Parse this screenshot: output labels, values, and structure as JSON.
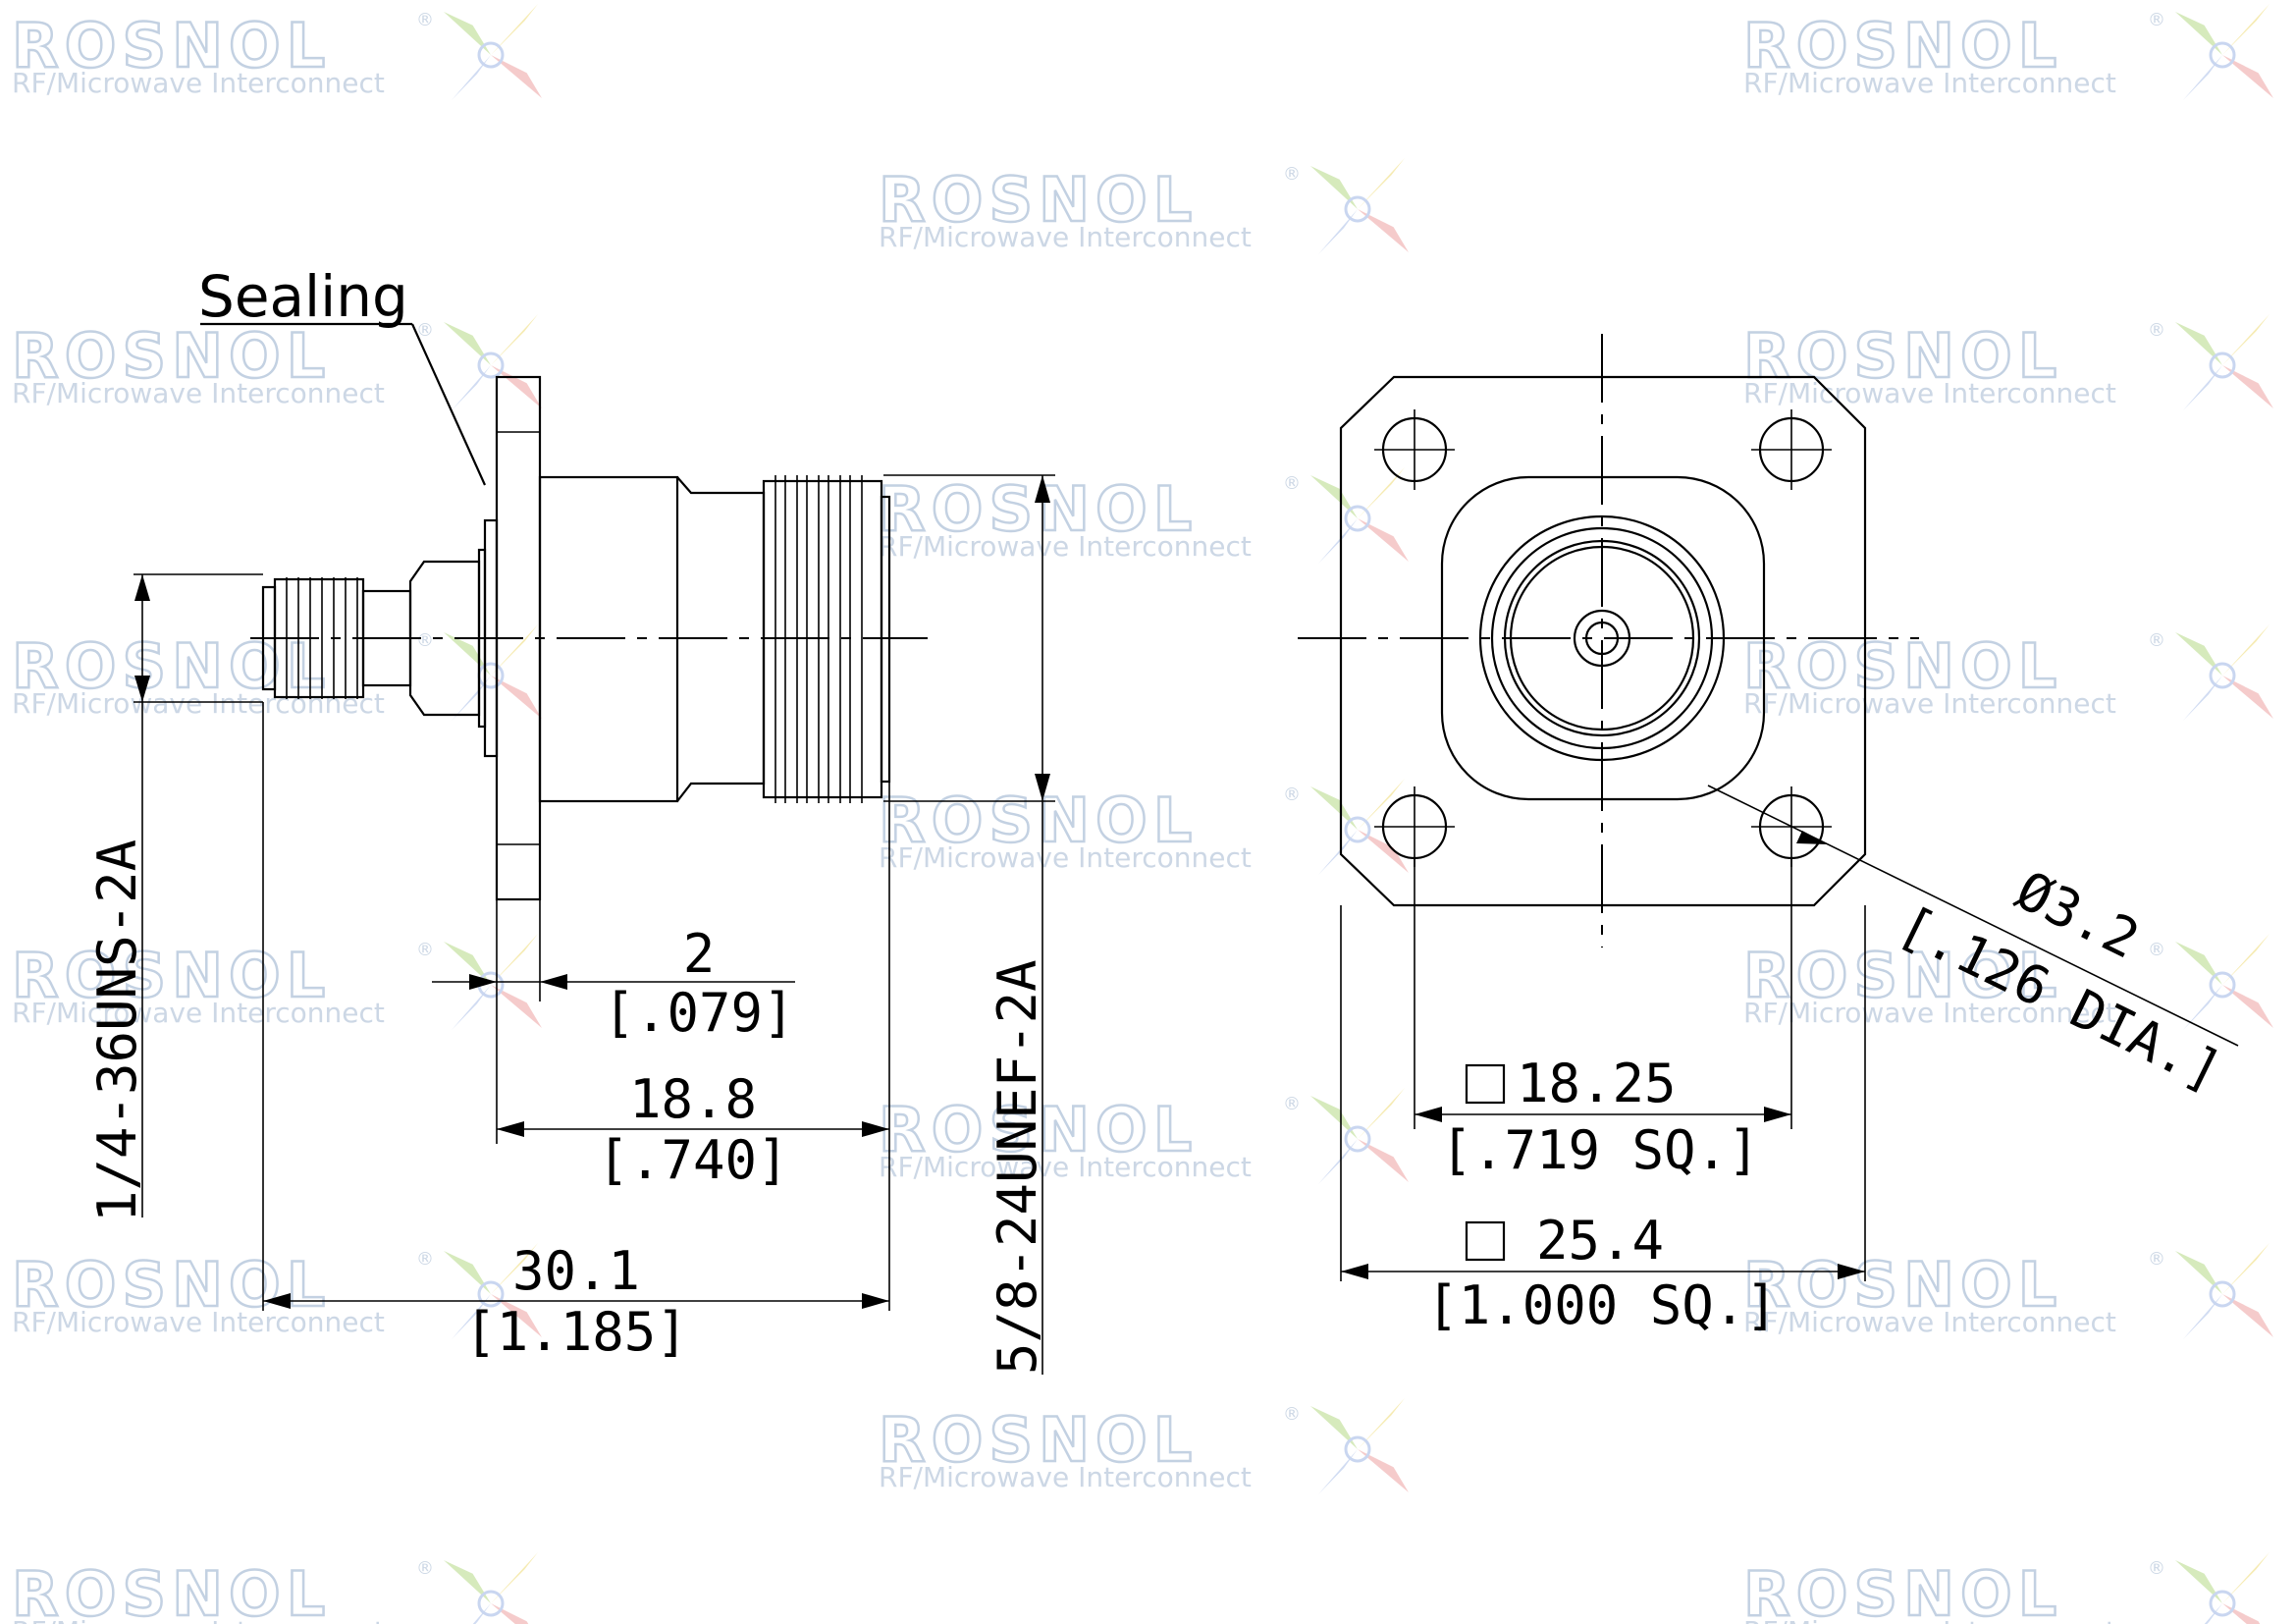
{
  "watermark": {
    "brand": "ROSNOL",
    "tagline": "RF/Microwave Interconnect",
    "mark_symbol": "®",
    "colors": {
      "outline": "#c3d1e2",
      "tagline": "#ccd7e5",
      "star_green": "#cfe6b0",
      "star_red": "#f3c2c2",
      "star_blue": "#c9d6f0",
      "star_yellow": "#f4e7a6"
    }
  },
  "side_view": {
    "sealing_label": "Sealing",
    "thread_left": "1/4-36UNS-2A",
    "thread_right": "5/8-24UNEF-2A",
    "dim_flange_mm": "2",
    "dim_flange_in": "[.079]",
    "dim_body_mm": "18.8",
    "dim_body_in": "[.740]",
    "dim_total_mm": "30.1",
    "dim_total_in": "[1.185]"
  },
  "front_view": {
    "hole_mm": "Ø3.2",
    "hole_in": "[.126 DIA.]",
    "hole_spacing_mm": "18.25",
    "hole_spacing_in": "[.719 SQ.]",
    "flange_mm": "25.4",
    "flange_in": "[1.000 SQ.]"
  }
}
